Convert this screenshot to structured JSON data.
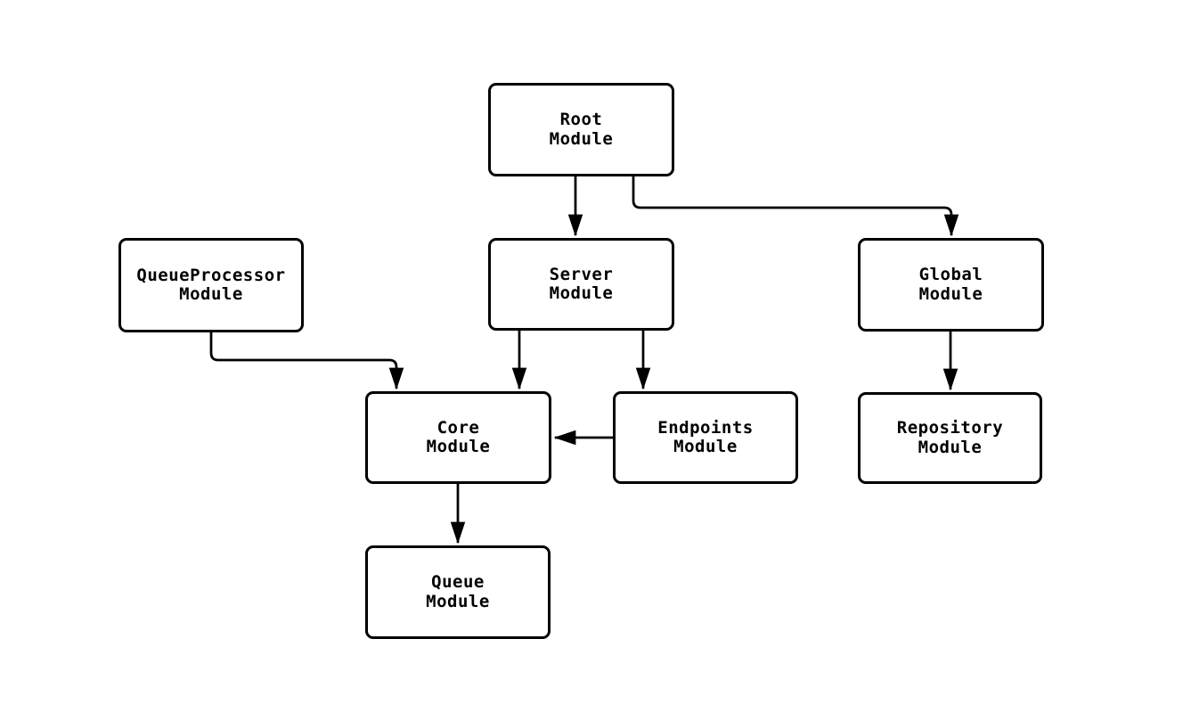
{
  "diagram": {
    "type": "flowchart",
    "background_color": "#ffffff",
    "stroke_color": "#000000",
    "text_color": "#000000",
    "nodes": [
      {
        "id": "root",
        "line1": "Root",
        "line2": "Module"
      },
      {
        "id": "queueprocessor",
        "line1": "QueueProcessor",
        "line2": "Module"
      },
      {
        "id": "server",
        "line1": "Server",
        "line2": "Module"
      },
      {
        "id": "global",
        "line1": "Global",
        "line2": "Module"
      },
      {
        "id": "core",
        "line1": "Core",
        "line2": "Module"
      },
      {
        "id": "endpoints",
        "line1": "Endpoints",
        "line2": "Module"
      },
      {
        "id": "repository",
        "line1": "Repository",
        "line2": "Module"
      },
      {
        "id": "queue",
        "line1": "Queue",
        "line2": "Module"
      }
    ],
    "edges": [
      {
        "from": "root",
        "to": "server"
      },
      {
        "from": "root",
        "to": "global"
      },
      {
        "from": "queueprocessor",
        "to": "core"
      },
      {
        "from": "server",
        "to": "core"
      },
      {
        "from": "server",
        "to": "endpoints"
      },
      {
        "from": "endpoints",
        "to": "core"
      },
      {
        "from": "global",
        "to": "repository"
      },
      {
        "from": "core",
        "to": "queue"
      }
    ]
  }
}
